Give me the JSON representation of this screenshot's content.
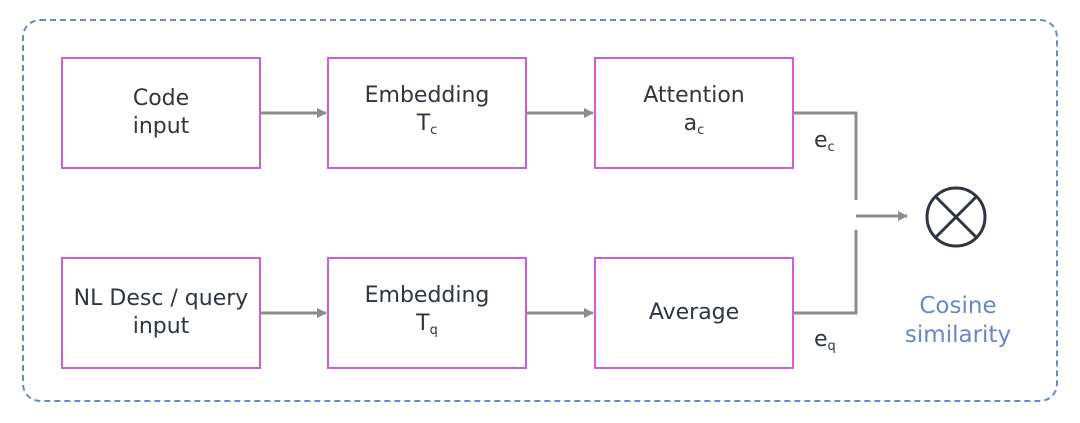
{
  "nodes": {
    "code_input": {
      "line1": "Code",
      "line2": "input"
    },
    "embed_c": {
      "label": "Embedding",
      "symbol": "T",
      "sub": "c"
    },
    "attention": {
      "label": "Attention",
      "symbol": "a",
      "sub": "c"
    },
    "nl_input": {
      "line1": "NL Desc / query",
      "line2": "input"
    },
    "embed_q": {
      "label": "Embedding",
      "symbol": "T",
      "sub": "q"
    },
    "average": {
      "label": "Average"
    }
  },
  "edge_labels": {
    "ec": {
      "symbol": "e",
      "sub": "c"
    },
    "eq": {
      "symbol": "e",
      "sub": "q"
    }
  },
  "cosine": {
    "line1": "Cosine",
    "line2": "similarity"
  },
  "colors": {
    "box_border": "#cc5fd3",
    "frame_border": "#6f86c9",
    "arrow": "#8c8c8c",
    "cosine_text": "#6a86c8",
    "op_circle": "#2f3640"
  }
}
